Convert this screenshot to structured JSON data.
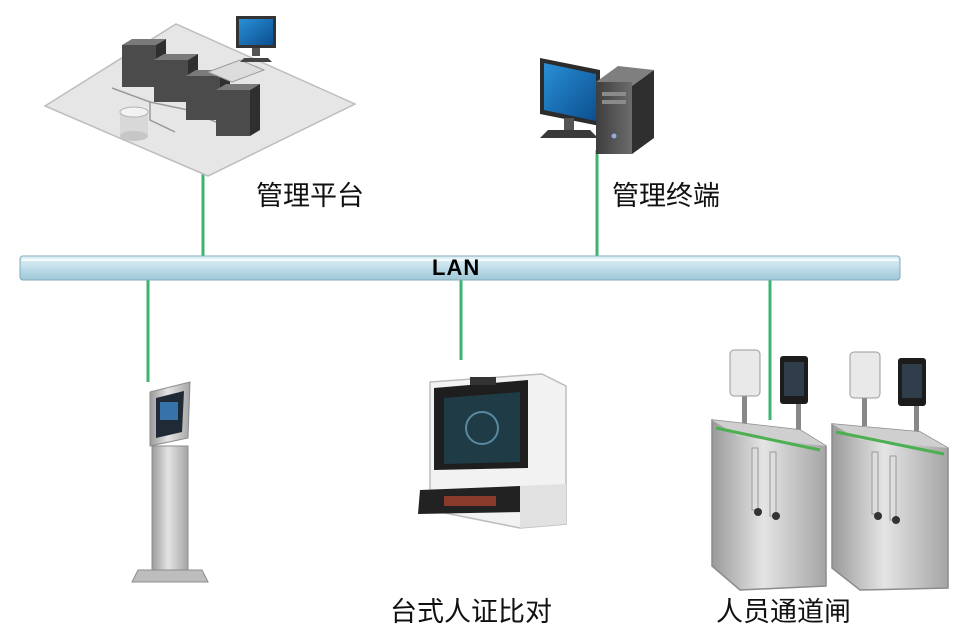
{
  "network": {
    "bus_label": "LAN",
    "bus_color": "#c9e4ef",
    "link_color": "#3cb371"
  },
  "nodes": {
    "management_platform": {
      "label": "管理平台"
    },
    "management_terminal": {
      "label": "管理终端"
    },
    "kiosk": {
      "label": ""
    },
    "desktop_verifier": {
      "label": "台式人证比对"
    },
    "turnstile": {
      "label": "人员通道闸"
    }
  },
  "watermark": {
    "text": ""
  }
}
